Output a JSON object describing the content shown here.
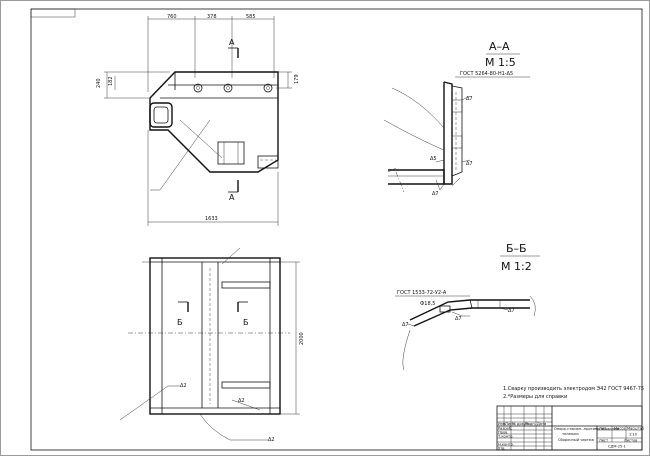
{
  "drawing": {
    "top_view": {
      "dims_top": [
        "760",
        "378",
        "585"
      ],
      "dims_left": [
        "240",
        "182"
      ],
      "dim_right": "179",
      "dim_bottom": "1633",
      "section_label_top": "A",
      "section_label_bottom": "A"
    },
    "section_aa": {
      "title": "А–А",
      "scale": "М 1:5",
      "standard": "ГОСТ 5264-80-Н1-Δ5",
      "weld_marks": [
        "Δ7",
        "Δ5",
        "Δ7",
        "Δ7"
      ]
    },
    "bottom_view": {
      "dim_right": "2000",
      "section_label_left": "Б",
      "section_label_right": "Б",
      "weld_marks": [
        "Δ2",
        "Δ2",
        "Δ2"
      ]
    },
    "section_bb": {
      "title": "Б–Б",
      "scale": "М 1:2",
      "standard": "ГОСТ 1533-72-У2-А",
      "diameter": "Ф18,5",
      "weld_marks": [
        "Δ7",
        "Δ7",
        "Δ7"
      ]
    },
    "notes": [
      "1.Сварку производить электродом Э42 ГОСТ 9467-75",
      "2.*Размеры для справки"
    ],
    "title_block": {
      "name_line1": "Опоро-стержн.-противопожарные",
      "name_line2": "тележки",
      "doc_type": "Сборочный чертеж",
      "scale": "1:10",
      "sheet_label": "Лист",
      "sheets_label": "Листов",
      "code": "СДМ-25-1",
      "col_headers": [
        "Лит.",
        "Масса",
        "Масштаб"
      ],
      "rows": [
        "Изм.",
        "Лист",
        "№ докум.",
        "Подп.",
        "Дата",
        "Разраб.",
        "Пров.",
        "Т.контр.",
        "Н.контр.",
        "Утв."
      ]
    }
  }
}
